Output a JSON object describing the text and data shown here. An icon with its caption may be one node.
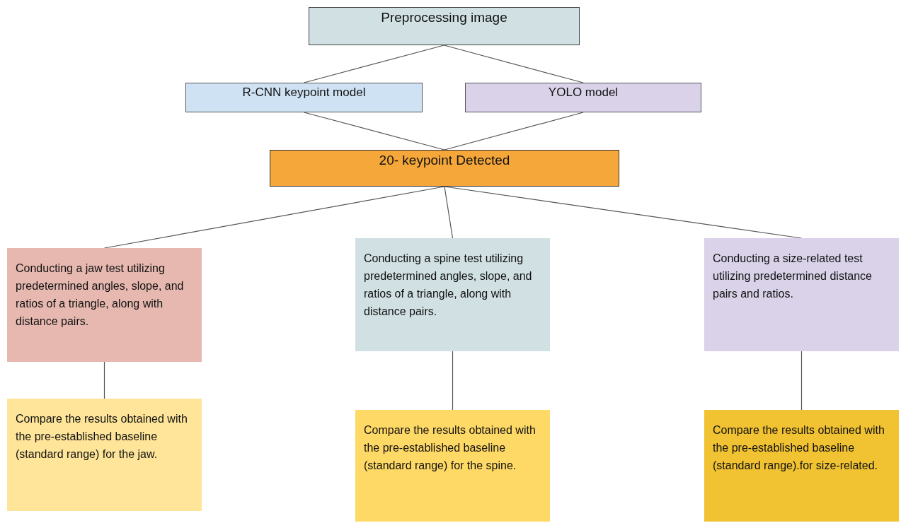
{
  "diagram": {
    "nodes": [
      {
        "text": [
          "Preprocessing image"
        ]
      },
      {
        "text": [
          "R-CNN keypoint model"
        ]
      },
      {
        "text": [
          "YOLO model"
        ]
      },
      {
        "text": [
          "20- keypoint Detected"
        ]
      },
      {
        "text": [
          "Conducting a jaw test utilizing predetermined angles, slope, and ratios of a triangle, along with distance pairs."
        ]
      },
      {
        "text": [
          "Conducting a spine test utilizing predetermined angles, slope, and ratios of a triangle, along with distance pairs."
        ]
      },
      {
        "text": [
          "Conducting a size-related test utilizing predetermined distance pairs and ratios."
        ]
      },
      {
        "text": [
          "Compare the results obtained with the pre-established baseline (standard range) for the jaw."
        ]
      },
      {
        "text": [
          "Compare the results obtained with the pre-established baseline (standard range) for the spine."
        ]
      },
      {
        "text": [
          "Compare the results obtained with the pre-established baseline (standard range).for size-related."
        ]
      }
    ],
    "edges": [
      {
        "from": 0,
        "to": 1,
        "arrow": "none"
      },
      {
        "from": 0,
        "to": 2,
        "arrow": "none"
      },
      {
        "from": 1,
        "to": 3,
        "arrow": "none"
      },
      {
        "from": 2,
        "to": 3,
        "arrow": "none"
      },
      {
        "from": 3,
        "to": 4,
        "arrow": "none"
      },
      {
        "from": 3,
        "to": 5,
        "arrow": "none"
      },
      {
        "from": 3,
        "to": 6,
        "arrow": "none"
      },
      {
        "from": 4,
        "to": 7,
        "arrow": "none"
      },
      {
        "from": 5,
        "to": 8,
        "arrow": "none"
      },
      {
        "from": 6,
        "to": 9,
        "arrow": "none"
      }
    ]
  }
}
